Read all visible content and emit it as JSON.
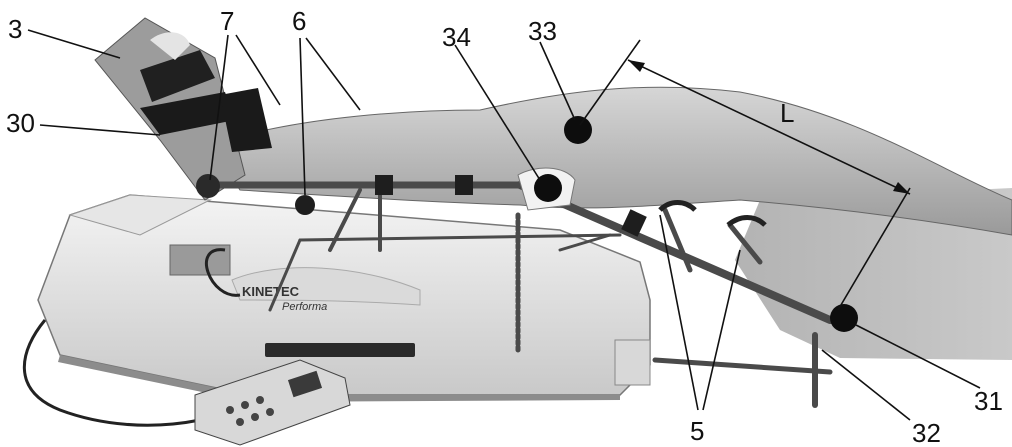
{
  "figure": {
    "callouts": {
      "c3": "3",
      "c7": "7",
      "c6": "6",
      "c34": "34",
      "c33": "33",
      "c30": "30",
      "cL": "L",
      "c31": "31",
      "c5": "5",
      "c32": "32"
    },
    "device_brand": "KINETEC",
    "device_model": "Performa"
  }
}
